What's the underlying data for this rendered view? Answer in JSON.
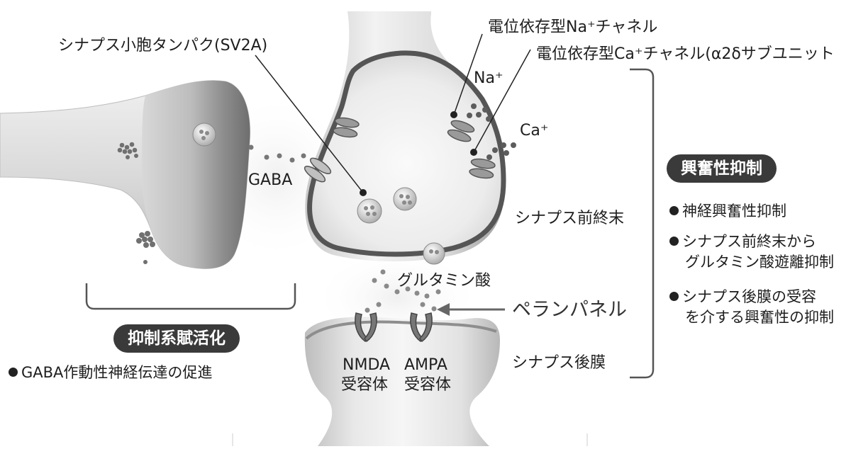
{
  "labels": {
    "sv2a": "シナプス小胞タンパク(SV2A)",
    "na_channel": "電位依存型Na⁺チャネル",
    "ca_channel": "電位依存型Ca⁺チャネル(α2δサブユニット",
    "na_ion": "Na⁺",
    "ca_ion": "Ca⁺",
    "gaba": "GABA",
    "presynaptic_terminal": "シナプス前終末",
    "glutamate": "グルタミン酸",
    "perampanel": "ペランパネル",
    "postsynaptic_membrane": "シナプス後膜",
    "nmda_line1": "NMDA",
    "nmda_line2": "受容体",
    "ampa_line1": "AMPA",
    "ampa_line2": "受容体"
  },
  "excitatory": {
    "title": "興奮性抑制",
    "bullets": [
      [
        "神経興奮性抑制"
      ],
      [
        "シナプス前終末から",
        "グルタミン酸遊離抑制"
      ],
      [
        "シナプス後膜の受容",
        "を介する興奮性の抑制"
      ]
    ]
  },
  "inhibitory": {
    "title": "抑制系賦活化",
    "bullets": [
      [
        "GABA作動性神経伝達の促進"
      ]
    ]
  }
}
